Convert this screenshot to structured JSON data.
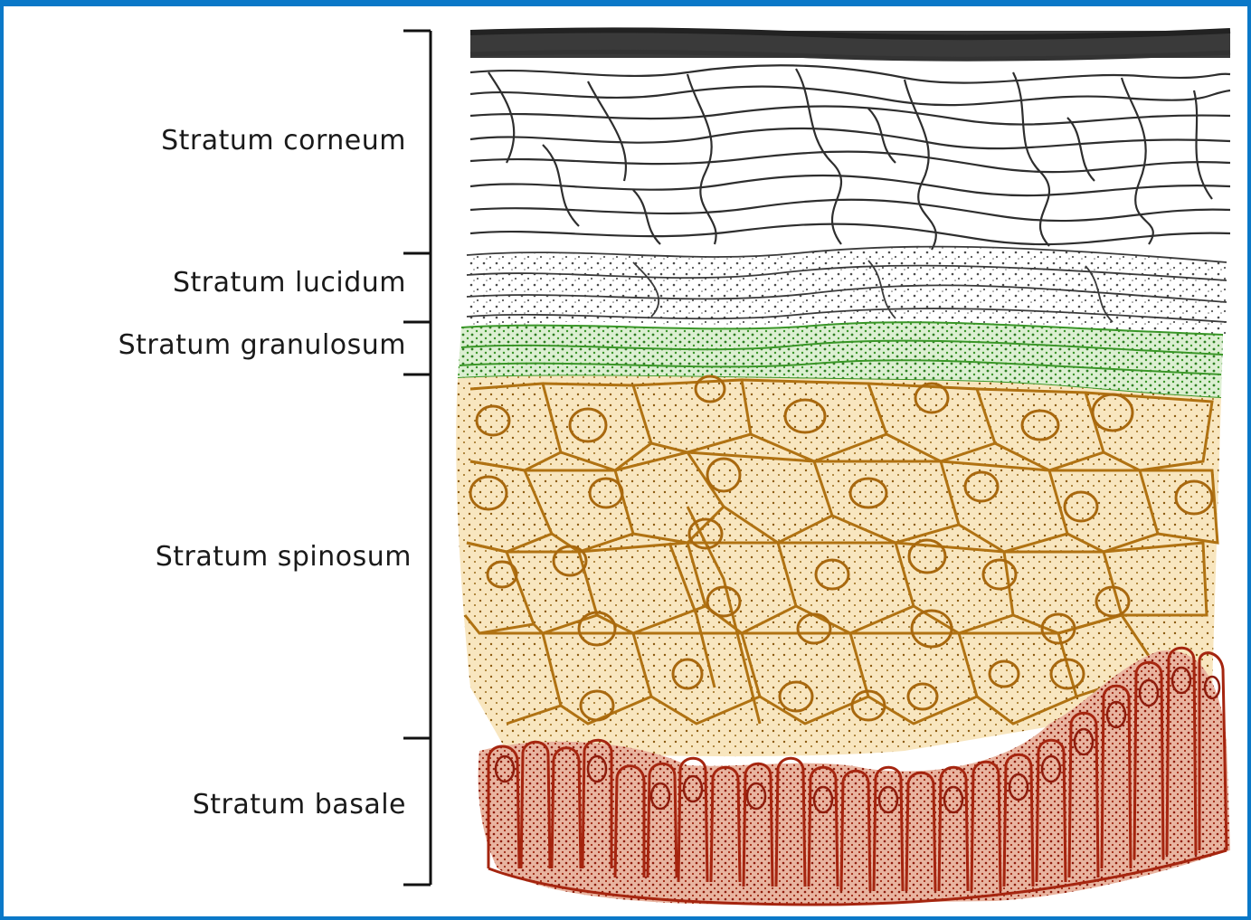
{
  "layers": [
    {
      "id": "corneum",
      "label": "Stratum corneum"
    },
    {
      "id": "lucidum",
      "label": "Stratum lucidum"
    },
    {
      "id": "granulosum",
      "label": "Stratum granulosum"
    },
    {
      "id": "spinosum",
      "label": "Stratum spinosum"
    },
    {
      "id": "basale",
      "label": "Stratum basale"
    }
  ],
  "colors": {
    "frame": "#0a78c8",
    "corneum_lines": "#3a3a3a",
    "lucidum_dots": "#555555",
    "granulosum": "#3f9a2a",
    "spinosum": "#b87a12",
    "spinosum_fill": "#f8e6bf",
    "basale": "#b12a14",
    "basale_fill": "#e8b4a0"
  }
}
